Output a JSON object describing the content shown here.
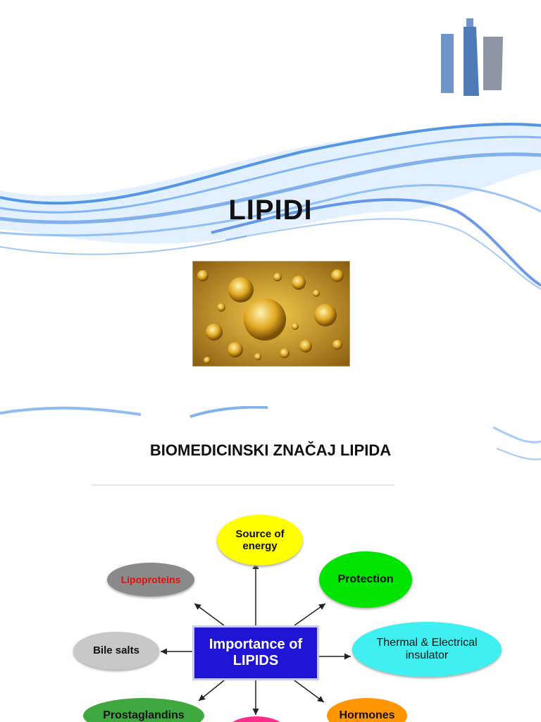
{
  "slide1": {
    "title": "LIPIDI",
    "image_alt": "oil bubbles"
  },
  "slide2": {
    "title": "BIOMEDICINSKI ZNAČAJ LIPIDA",
    "diagram": {
      "center": "Importance of LIPIDS",
      "nodes": {
        "source_energy": "Source of energy",
        "lipoproteins": "Lipoproteins",
        "protection": "Protection",
        "bile_salts": "Bile salts",
        "thermal": "Thermal & Electrical insulator",
        "prostaglandins": "Prostaglandins",
        "hormones": "Hormones"
      }
    }
  },
  "colors": {
    "wave": "#2f7fe0",
    "center_box": "#1f14d4",
    "yellow": "#ffff00",
    "green": "#00e400",
    "cyan": "#40f0f0",
    "gray": "#8a8a8a",
    "orange": "#ff9500",
    "dark_green": "#3fa83f"
  }
}
